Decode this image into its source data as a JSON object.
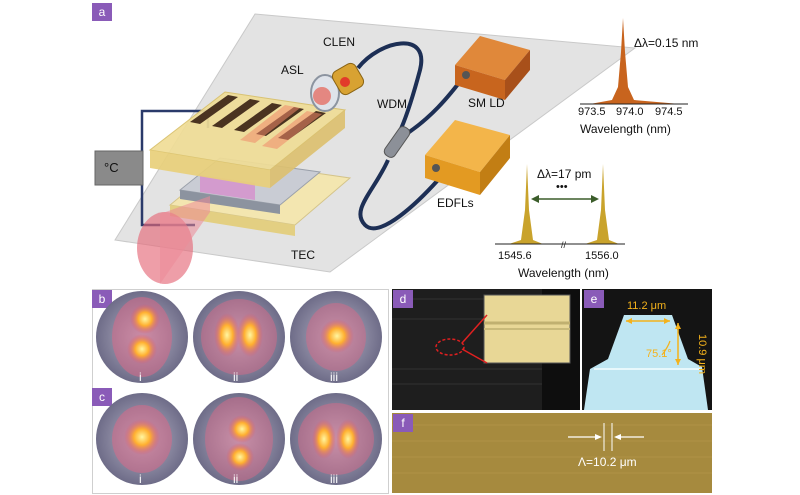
{
  "panels": {
    "a": "a",
    "b": "b",
    "c": "c",
    "d": "d",
    "e": "e",
    "f": "f"
  },
  "setup": {
    "asl": "ASL",
    "clen": "CLEN",
    "wdm": "WDM",
    "sm_ld": "SM LD",
    "edfls": "EDFLs",
    "tec": "TEC",
    "temp": "°C"
  },
  "spectrum_top": {
    "delta": "Δλ=0.15 nm",
    "ticks": [
      "973.5",
      "974.0",
      "974.5"
    ],
    "xlabel": "Wavelength (nm)"
  },
  "spectrum_bottom": {
    "delta": "Δλ=17 pm",
    "dots": "•••",
    "ticks": [
      "1545.6",
      "1556.0"
    ],
    "xlabel": "Wavelength (nm)"
  },
  "modes_b": [
    "i",
    "ii",
    "iii"
  ],
  "modes_c": [
    "i",
    "ii",
    "iii"
  ],
  "panel_e": {
    "width": "11.2 μm",
    "height": "10.9 μm",
    "angle": "75.1°"
  },
  "panel_f": {
    "period": "Λ=10.2 μm"
  },
  "colors": {
    "tag": "#8a5bb8",
    "grating": "#f0dd96",
    "peak_top": "#c8641e",
    "peak_bottom": "#c9a32c",
    "dimension": "#f4b21b"
  }
}
